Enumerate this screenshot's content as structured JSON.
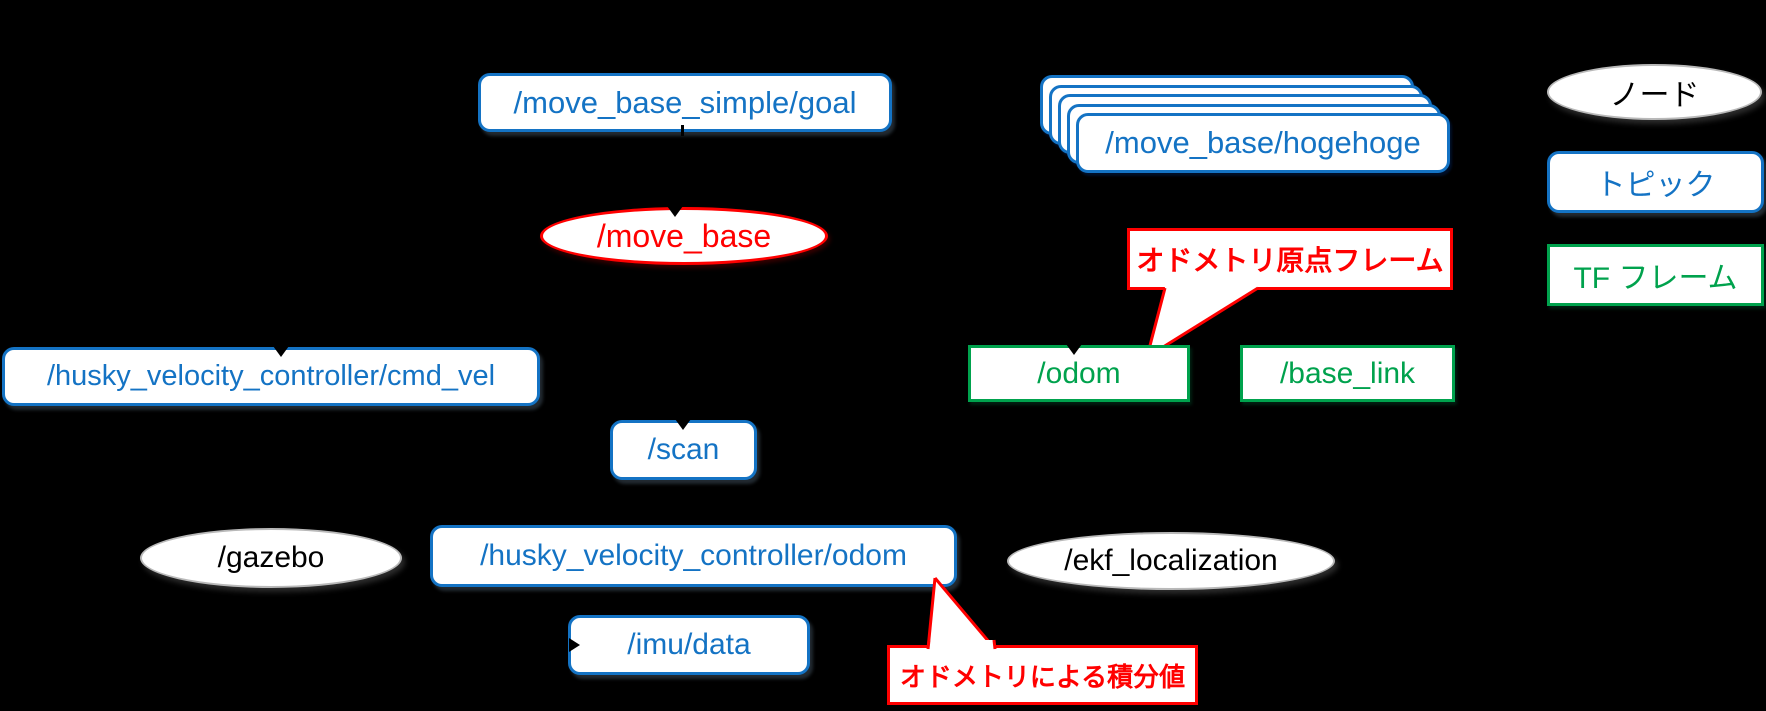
{
  "diagram": {
    "background": "#000000",
    "colors": {
      "topic_blue": "#1473c4",
      "tf_green": "#00a24d",
      "alert_red": "#ff0000",
      "node_text": "#000000",
      "shape_fill": "#ffffff"
    },
    "topics": {
      "goal": {
        "label": "/move_base_simple/goal"
      },
      "hogehoge": {
        "label": "/move_base/hogehoge"
      },
      "cmd_vel": {
        "label": "/husky_velocity_controller/cmd_vel"
      },
      "scan": {
        "label": "/scan"
      },
      "husky_odom": {
        "label": "/husky_velocity_controller/odom"
      },
      "imu": {
        "label": "/imu/data"
      }
    },
    "nodes": {
      "move_base": {
        "label": "/move_base"
      },
      "gazebo": {
        "label": "/gazebo"
      },
      "ekf": {
        "label": "/ekf_localization"
      }
    },
    "tf_frames": {
      "odom": {
        "label": "/odom"
      },
      "base_link": {
        "label": "/base_link"
      }
    },
    "callouts": {
      "odom_origin": {
        "label": "オドメトリ原点フレーム"
      },
      "odom_integral": {
        "label": "オドメトリによる積分値"
      }
    },
    "legend": {
      "node": {
        "label": "ノード"
      },
      "topic": {
        "label": "トピック"
      },
      "tf": {
        "label": "TF フレーム"
      }
    }
  }
}
